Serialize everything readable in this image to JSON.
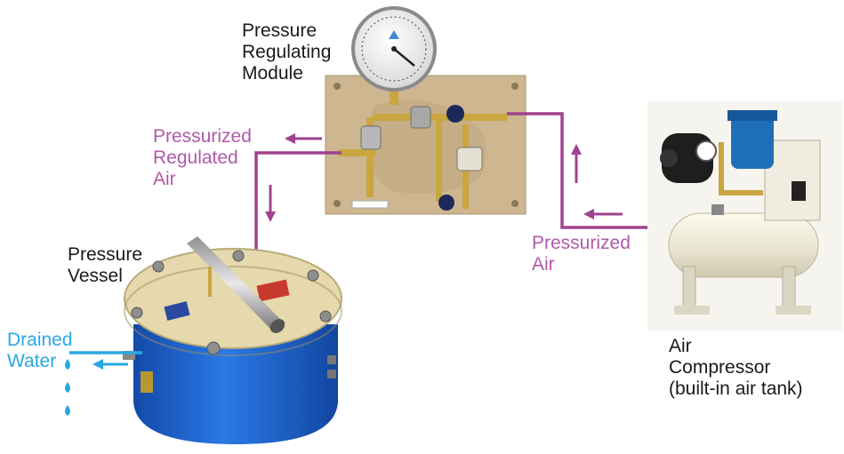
{
  "colors": {
    "air_line": "#a0428f",
    "label_magenta": "#b05aa8",
    "water": "#29a8e0",
    "vessel_blue": "#1e5fcf",
    "lid_tan": "#e6d9ad",
    "panel_tan": "#cdb690",
    "compressor_cream": "#f2efe0",
    "motor_blue": "#1e6fb8"
  },
  "labels": {
    "module": [
      "Pressure",
      "Regulating",
      "Module"
    ],
    "regulated_air": [
      "Pressurized",
      "Regulated",
      "Air"
    ],
    "vessel": [
      "Pressure",
      "Vessel"
    ],
    "pressurized_air": [
      "Pressurized",
      "Air"
    ],
    "compressor": [
      "Air",
      "Compressor",
      "(built-in air tank)"
    ],
    "drained_water": [
      "Drained",
      "Water"
    ]
  }
}
